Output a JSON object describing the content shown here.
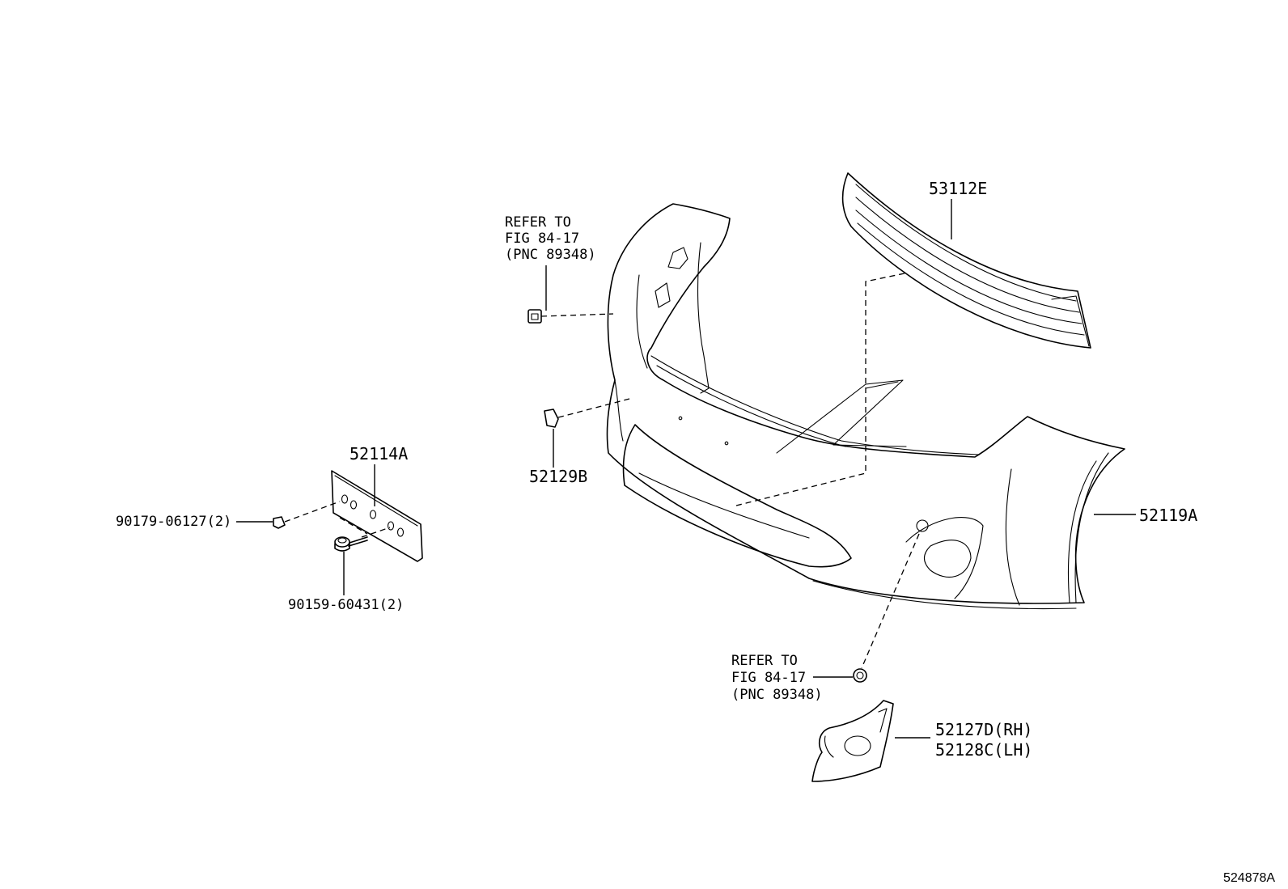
{
  "labels": {
    "grille": "53112E",
    "bumper_cover": "52119A",
    "license_bracket": "52114A",
    "cap_52129": "52129B",
    "clip_90179": "90179-06127(2)",
    "screw_90159": "90159-60431(2)",
    "fog_cover_rh": "52127D(RH)",
    "fog_cover_lh": "52128C(LH)"
  },
  "refer_top": {
    "line1": "REFER TO",
    "line2": "FIG 84-17",
    "line3": "(PNC 89348)"
  },
  "refer_bottom": {
    "line1": "REFER TO",
    "line2": "FIG 84-17",
    "line3": "(PNC 89348)"
  },
  "illustration_id": "524878A"
}
